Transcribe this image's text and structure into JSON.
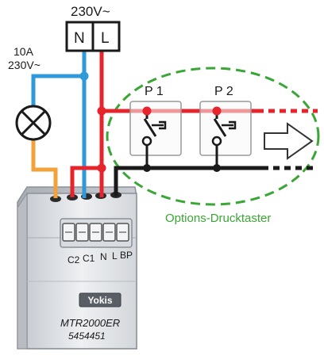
{
  "supply": {
    "voltage": "230V~",
    "neutral": "N",
    "line": "L"
  },
  "lamp": {
    "current": "10A",
    "voltage": "230V~"
  },
  "pushbuttons": {
    "p1": "P 1",
    "p2": "P 2",
    "options_caption": "Options-Drucktaster"
  },
  "module": {
    "terminals": [
      "C2",
      "C1",
      "N",
      "L",
      "BP"
    ],
    "brand": "Yokis",
    "model": "MTR2000ER",
    "part_number": "5454451"
  },
  "colors": {
    "neutral_wire": "#2e9ad8",
    "line_wire": "#e5242b",
    "pushbutton_wire": "#1a1a1a",
    "lamp_wire": "#f2a23a",
    "options_outline": "#3aa635"
  },
  "icons": {
    "lamp": "lamp-cross-icon",
    "direction": "arrow-right-icon"
  }
}
